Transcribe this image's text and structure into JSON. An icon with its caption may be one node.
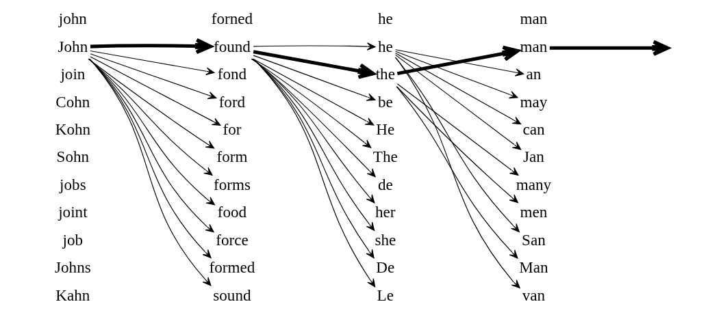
{
  "diagram": {
    "nodes": [
      {
        "text": [
          "John"
        ]
      },
      {
        "text": [
          "join"
        ]
      },
      {
        "text": [
          "Cohn"
        ]
      },
      {
        "text": [
          "Kohn"
        ]
      },
      {
        "text": [
          "Sohn"
        ]
      },
      {
        "text": [
          "jobs"
        ]
      },
      {
        "text": [
          "joint"
        ]
      },
      {
        "text": [
          "job"
        ]
      },
      {
        "text": [
          "Johns"
        ]
      },
      {
        "text": [
          "Kahn"
        ]
      },
      {
        "text": [
          "found"
        ]
      },
      {
        "text": [
          "fond"
        ]
      },
      {
        "text": [
          "ford"
        ]
      },
      {
        "text": [
          "for"
        ]
      },
      {
        "text": [
          "form"
        ]
      },
      {
        "text": [
          "forms"
        ]
      },
      {
        "text": [
          "food"
        ]
      },
      {
        "text": [
          "force"
        ]
      },
      {
        "text": [
          "formed"
        ]
      },
      {
        "text": [
          "sound"
        ]
      },
      {
        "text": [
          "he"
        ]
      },
      {
        "text": [
          "the"
        ]
      },
      {
        "text": [
          "be"
        ]
      },
      {
        "text": [
          "He"
        ]
      },
      {
        "text": [
          "The"
        ]
      },
      {
        "text": [
          "de"
        ]
      },
      {
        "text": [
          "her"
        ]
      },
      {
        "text": [
          "she"
        ]
      },
      {
        "text": [
          "De"
        ]
      },
      {
        "text": [
          "Le"
        ]
      },
      {
        "text": [
          "man"
        ]
      },
      {
        "text": [
          "an"
        ]
      },
      {
        "text": [
          "may"
        ]
      },
      {
        "text": [
          "can"
        ]
      },
      {
        "text": [
          "Jan"
        ]
      },
      {
        "text": [
          "many"
        ]
      },
      {
        "text": [
          "men"
        ]
      },
      {
        "text": [
          "San"
        ]
      },
      {
        "text": [
          "Man"
        ]
      },
      {
        "text": [
          "van"
        ]
      }
    ],
    "edges": [
      {
        "from": 0,
        "to": 10,
        "arrow": "to",
        "style": "thick"
      },
      {
        "from": 0,
        "to": 11,
        "arrow": "to"
      },
      {
        "from": 0,
        "to": 12,
        "arrow": "to"
      },
      {
        "from": 0,
        "to": 13,
        "arrow": "to"
      },
      {
        "from": 0,
        "to": 14,
        "arrow": "to"
      },
      {
        "from": 0,
        "to": 15,
        "arrow": "to"
      },
      {
        "from": 0,
        "to": 16,
        "arrow": "to"
      },
      {
        "from": 0,
        "to": 17,
        "arrow": "to"
      },
      {
        "from": 0,
        "to": 18,
        "arrow": "to"
      },
      {
        "from": 0,
        "to": 19,
        "arrow": "to"
      },
      {
        "from": 10,
        "to": 20,
        "arrow": "to"
      },
      {
        "from": 10,
        "to": 21,
        "arrow": "to",
        "style": "thick"
      },
      {
        "from": 10,
        "to": 22,
        "arrow": "to"
      },
      {
        "from": 10,
        "to": 23,
        "arrow": "to"
      },
      {
        "from": 10,
        "to": 24,
        "arrow": "to"
      },
      {
        "from": 10,
        "to": 25,
        "arrow": "to"
      },
      {
        "from": 10,
        "to": 26,
        "arrow": "to"
      },
      {
        "from": 10,
        "to": 27,
        "arrow": "to"
      },
      {
        "from": 10,
        "to": 28,
        "arrow": "to"
      },
      {
        "from": 10,
        "to": 29,
        "arrow": "to"
      },
      {
        "from": 21,
        "to": 30,
        "arrow": "to",
        "style": "thick"
      },
      {
        "from": 20,
        "to": 31,
        "arrow": "to"
      },
      {
        "from": 20,
        "to": 32,
        "arrow": "to"
      },
      {
        "from": 20,
        "to": 33,
        "arrow": "to"
      },
      {
        "from": 20,
        "to": 34,
        "arrow": "to"
      },
      {
        "from": 21,
        "to": 35,
        "arrow": "to"
      },
      {
        "from": 21,
        "to": 36,
        "arrow": "to"
      },
      {
        "from": 20,
        "to": 37,
        "arrow": "to"
      },
      {
        "from": 21,
        "to": 38,
        "arrow": "to"
      },
      {
        "from": 20,
        "to": 39,
        "arrow": "to"
      },
      {
        "from": 30,
        "to": null,
        "arrow": "to",
        "style": "thick"
      }
    ],
    "labels": [
      "john",
      "forned",
      "he",
      "man"
    ]
  }
}
